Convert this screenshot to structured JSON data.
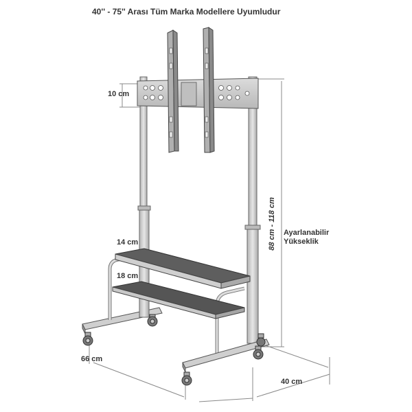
{
  "title": "40'' - 75'' Arası Tüm Marka Modellere Uyumludur",
  "labels": {
    "bracket_height": "10 cm",
    "shelf_thickness": "14 cm",
    "shelf_gap": "18 cm",
    "adjustable_line1": "Ayarlanabilir",
    "adjustable_line2": "Yükseklik",
    "height_range": "88 cm - 118 cm",
    "depth": "66 cm",
    "width": "40 cm"
  },
  "colors": {
    "metal": "#c8c8c8",
    "metal_dark": "#9a9a9a",
    "shelf": "#5a5a5a",
    "dimension_line": "#888888",
    "wheel": "#777777"
  }
}
